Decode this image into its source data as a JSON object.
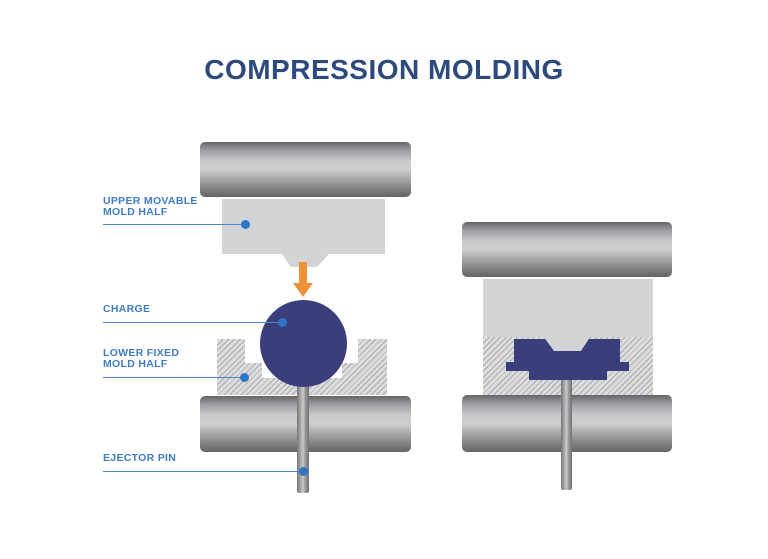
{
  "title": "COMPRESSION MOLDING",
  "labels": {
    "upper_mold": {
      "line1": "UPPER MOVABLE",
      "line2": "MOLD HALF"
    },
    "charge": {
      "line1": "CHARGE"
    },
    "lower_mold": {
      "line1": "LOWER FIXED",
      "line2": "MOLD HALF"
    },
    "ejector_pin": {
      "line1": "EJECTOR PIN"
    }
  },
  "icons": {
    "press_arrow": "down-arrow"
  },
  "colors": {
    "title_navy": "#2d4a7d",
    "label_blue": "#3f7dc2",
    "connector_line_blue": "#4a86c8",
    "connector_dot_blue": "#2e76c6",
    "charge_navy": "#3a3e7b",
    "arrow_orange": "#ef9138",
    "mold_gray": "#d3d4d6",
    "hatch_background": "#dcddde",
    "hatch_line": "#a9abad",
    "platen_dark": "#636567",
    "platen_light": "#cdcecf",
    "background": "#ffffff"
  }
}
